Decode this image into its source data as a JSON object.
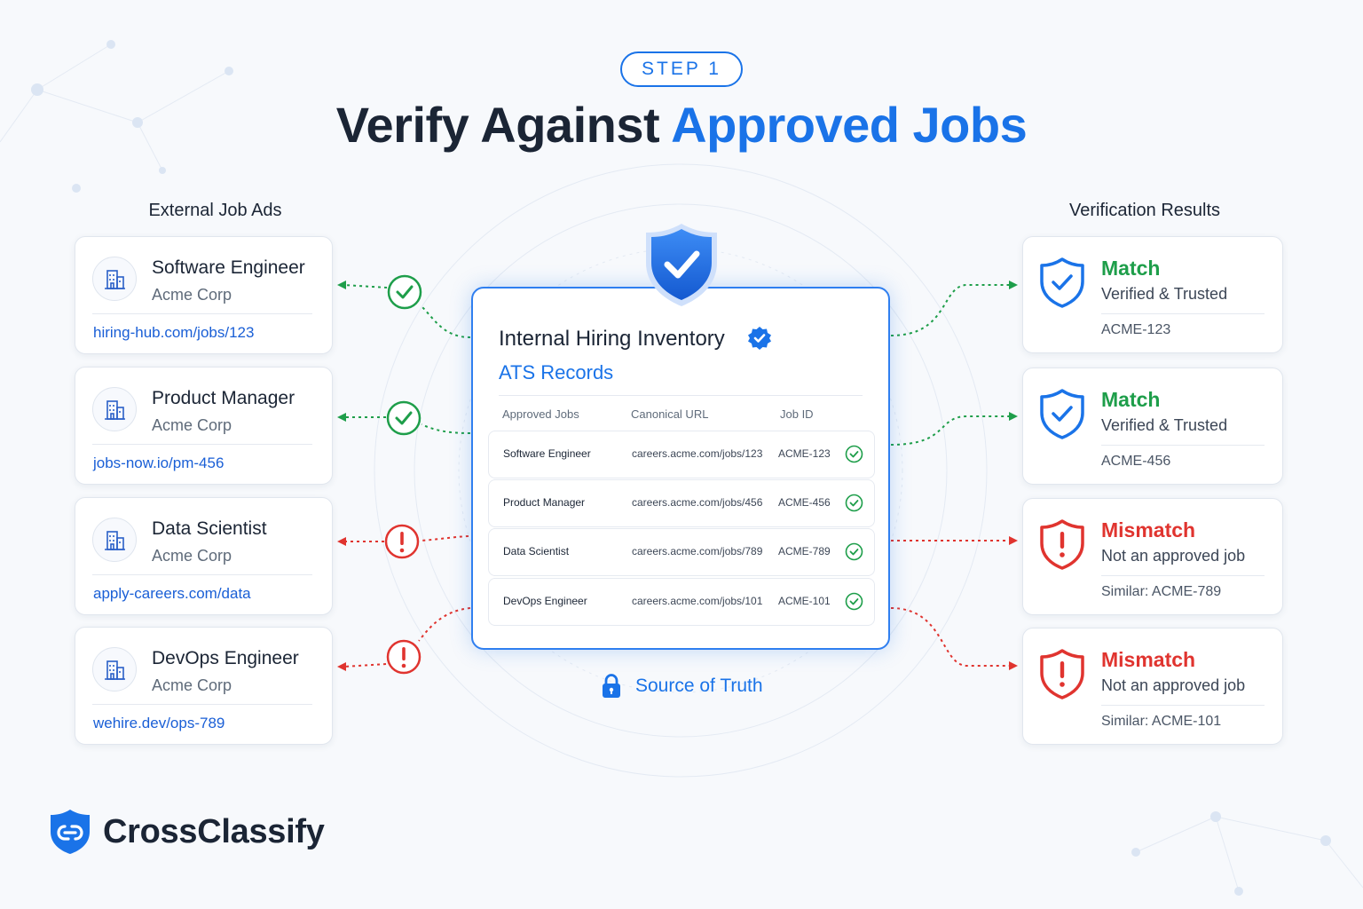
{
  "step": {
    "label": "STEP 1"
  },
  "headline": {
    "part1": "Verify Against ",
    "part2": "Approved Jobs"
  },
  "columns": {
    "left_title": "External Job Ads",
    "right_title": "Verification Results"
  },
  "job_ads": [
    {
      "title": "Software Engineer",
      "company": "Acme Corp",
      "url": "hiring-hub.com/jobs/123",
      "icon": "building-icon"
    },
    {
      "title": "Product Manager",
      "company": "Acme Corp",
      "url": "jobs-now.io/pm-456",
      "icon": "building-icon"
    },
    {
      "title": "Data Scientist",
      "company": "Acme Corp",
      "url": "apply-careers.com/data",
      "icon": "building-icon"
    },
    {
      "title": "DevOps Engineer",
      "company": "Acme Corp",
      "url": "wehire.dev/ops-789",
      "icon": "building-icon"
    }
  ],
  "connectors": [
    {
      "status": "match",
      "icon": "check-circle-icon",
      "color": "#1e9e4a"
    },
    {
      "status": "match",
      "icon": "check-circle-icon",
      "color": "#1e9e4a"
    },
    {
      "status": "mismatch",
      "icon": "alert-circle-icon",
      "color": "#e0342f"
    },
    {
      "status": "mismatch",
      "icon": "alert-circle-icon",
      "color": "#e0342f"
    }
  ],
  "inventory": {
    "title": "Internal Hiring Inventory",
    "subtitle": "ATS Records",
    "columns": [
      "Approved Jobs",
      "Canonical URL",
      "Job ID"
    ],
    "rows": [
      {
        "job": "Software Engineer",
        "url": "careers.acme.com/jobs/123",
        "id": "ACME-123"
      },
      {
        "job": "Product Manager",
        "url": "careers.acme.com/jobs/456",
        "id": "ACME-456"
      },
      {
        "job": "Data Scientist",
        "url": "careers.acme.com/jobs/789",
        "id": "ACME-789"
      },
      {
        "job": "DevOps Engineer",
        "url": "careers.acme.com/jobs/101",
        "id": "ACME-101"
      }
    ]
  },
  "source_of_truth": {
    "label": "Source of Truth",
    "icon": "lock-icon"
  },
  "results": [
    {
      "status": "Match",
      "description": "Verified & Trusted",
      "detail": "ACME-123",
      "kind": "match",
      "icon": "shield-check-icon"
    },
    {
      "status": "Match",
      "description": "Verified & Trusted",
      "detail": "ACME-456",
      "kind": "match",
      "icon": "shield-check-icon"
    },
    {
      "status": "Mismatch",
      "description": "Not an approved job",
      "detail": "Similar: ACME-789",
      "kind": "mismatch",
      "icon": "shield-alert-icon"
    },
    {
      "status": "Mismatch",
      "description": "Not an approved job",
      "detail": "Similar: ACME-101",
      "kind": "mismatch",
      "icon": "shield-alert-icon"
    }
  ],
  "brand": {
    "name": "CrossClassify"
  },
  "colors": {
    "accent": "#1a73e8",
    "match": "#1e9e4a",
    "mismatch": "#e0342f",
    "text": "#1b2535"
  }
}
